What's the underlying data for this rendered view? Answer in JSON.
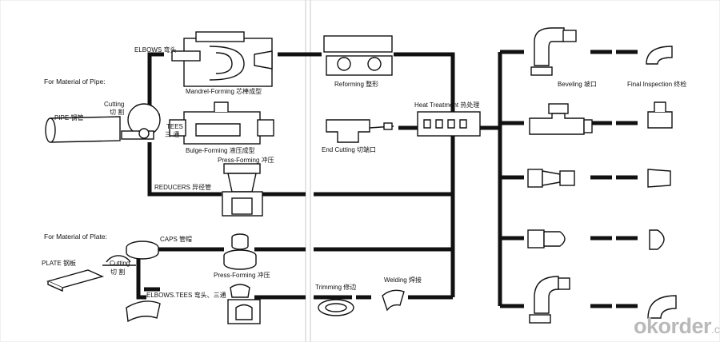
{
  "labels": {
    "material_pipe": "For Material of Pipe:",
    "pipe": "PIPE 钢管",
    "cutting_pipe": "Cutting",
    "cutting_pipe_cn": "切 割",
    "tees": "TEES",
    "tees_cn": "三 通",
    "elbows": "ELBOWS 弯头",
    "mandrel_forming": "Mandrel-Forming 芯棒成型",
    "bulge_forming": "Bulge-Forming 液压成型",
    "press_forming_1": "Press-Forming 冲压",
    "reducers": "REDUCERS 异径管",
    "reforming": "Reforming 整形",
    "heat_treatment": "Heat Treatment 热处理",
    "end_cutting": "End Cutting 切端口",
    "material_plate": "For Material of Plate:",
    "caps": "CAPS 管帽",
    "plate": "PLATE 钢板",
    "cutting_plate": "Cutting",
    "cutting_plate_cn": "切 割",
    "press_forming_2": "Press-Forming 冲压",
    "elbows_tees": "ELBOWS.TEES 弯头、三通",
    "trimming": "Trimming 修边",
    "welding": "Welding 焊接",
    "beveling": "Beveling 坡口",
    "final_inspection": "Final Inspection 终检"
  },
  "watermark": {
    "main": "okorder",
    "suffix": ".com"
  }
}
